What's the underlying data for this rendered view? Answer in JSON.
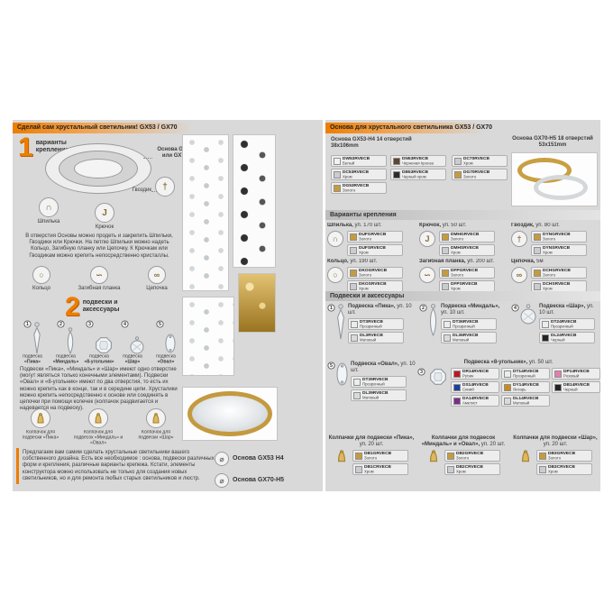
{
  "accent_color": "#ee7d00",
  "icons": {
    "pin": "∩",
    "hook": "J",
    "nail": "†",
    "ring": "○",
    "plank": "∽",
    "chain": "∞",
    "diameter": "⌀"
  },
  "left": {
    "header": "Сделай сам хрустальный светильник! GX53 / GX70",
    "step1_num": "1",
    "step1_label": "варианты крепления",
    "base_caption": "Основа GX53 или GX70",
    "attach": {
      "pin": "Шпилька",
      "hook": "Крючок",
      "nail": "Гвоздик",
      "ring": "Кольцо",
      "plank": "Загибная планка",
      "chain": "Цепочка"
    },
    "text1": "В отверстия Основы можно продеть и закрепить Шпильки, Гвоздики или Крючки. На петлю Шпильки можно надеть Кольцо, Загибную планку или Цепочку. К Крючкам или Гвоздикам можно крепить непосредственно кристаллы.",
    "step2_num": "2",
    "step2_label": "подвески и аксессуары",
    "pendant_labels": [
      {
        "num": "1",
        "line1": "подвеска",
        "line2": "«Пика»"
      },
      {
        "num": "2",
        "line1": "подвеска",
        "line2": "«Миндаль»"
      },
      {
        "num": "3",
        "line1": "подвеска",
        "line2": "«8-угольник»"
      },
      {
        "num": "4",
        "line1": "подвеска",
        "line2": "«Шар»"
      },
      {
        "num": "5",
        "line1": "подвеска",
        "line2": "«Овал»"
      }
    ],
    "text2": "Подвески «Пика», «Миндаль» и «Шар» имеют одно отверстие (могут являться только конечными элементами). Подвески «Овал» и «8-угольник» имеют по два отверстия, то есть их можно крепить как в конце, так и в середине цепи. Хрусталики можно крепить непосредственно к основе или соединять в цепочки при помощи колечек (колпачок раздвигается и надевается на подвеску).",
    "caps": [
      "Колпачок для подвески «Пика»",
      "Колпачок для подвесок «Миндаль» и «Овал»",
      "Колпачок для подвески «Шар»"
    ],
    "bottom_text": "Предлагаем вам самим сделать хрустальные светильники вашего собственного дизайна. Есть все необходимое : основа, подвески различных форм и крепления, различные варианты крепежа. Кстати, элементы конструктора можно использовать не только для создания новых светильников, но и для ремонта любых старых светильников и люстр.",
    "base1_label": "Основа GX53 H4",
    "base2_label": "Основа GX70-H5"
  },
  "right": {
    "header": "Основа для хрустального светильника GX53 / GX70",
    "base53": {
      "title": "Основа GX53-H4 14 отверстий",
      "size": "38x106mm",
      "products_a": [
        {
          "code": "DW53RVECB",
          "color": "Белый",
          "swatch": "#f2f2f2"
        },
        {
          "code": "DC53RVECB",
          "color": "Хром",
          "swatch": "#c9cdd2"
        },
        {
          "code": "DG53RVECB",
          "color": "Золото",
          "swatch": "#c79b3d"
        }
      ],
      "products_b": [
        {
          "code": "DN53RVECB",
          "color": "Черненая бронза",
          "swatch": "#5a4632"
        },
        {
          "code": "DB53RVECB",
          "color": "Черный хром",
          "swatch": "#2b2b2e"
        }
      ]
    },
    "base70": {
      "title": "Основа GX70-H5 18 отверстий",
      "size": "53x151mm",
      "products": [
        {
          "code": "DC70RVECB",
          "color": "Хром",
          "swatch": "#c9cdd2"
        },
        {
          "code": "DG70RVECB",
          "color": "Золото",
          "swatch": "#c79b3d"
        }
      ]
    },
    "mounts_header": "Варианты крепления",
    "mounts": [
      {
        "name": "Шпилька,",
        "qty": "уп. 170 шт.",
        "products": [
          {
            "code": "DUFGRVECB",
            "color": "Золото",
            "swatch": "#c79b3d"
          },
          {
            "code": "DUFSRVECB",
            "color": "Хром",
            "swatch": "#c9cdd2"
          }
        ]
      },
      {
        "name": "Крючок,",
        "qty": "уп. 50 шт.",
        "products": [
          {
            "code": "DMHGRVECB",
            "color": "Золото",
            "swatch": "#c79b3d"
          },
          {
            "code": "DMHSRVECB",
            "color": "Хром",
            "swatch": "#c9cdd2"
          }
        ]
      },
      {
        "name": "Гвоздик,",
        "qty": "уп. 80 шт.",
        "products": [
          {
            "code": "DYNGRVECB",
            "color": "Золото",
            "swatch": "#c79b3d"
          },
          {
            "code": "DYNSRVECB",
            "color": "Хром",
            "swatch": "#c9cdd2"
          }
        ]
      },
      {
        "name": "Кольцо,",
        "qty": "уп. 190 шт.",
        "products": [
          {
            "code": "DKOGRVECB",
            "color": "Золото",
            "swatch": "#c79b3d"
          },
          {
            "code": "DKOSRVECB",
            "color": "Хром",
            "swatch": "#c9cdd2"
          }
        ]
      },
      {
        "name": "Загибная планка,",
        "qty": "уп. 200 шт.",
        "products": [
          {
            "code": "DFPGRVECB",
            "color": "Золото",
            "swatch": "#c79b3d"
          },
          {
            "code": "DFPSRVECB",
            "color": "Хром",
            "swatch": "#c9cdd2"
          }
        ]
      },
      {
        "name": "Цепочка,",
        "qty": "5м",
        "products": [
          {
            "code": "DCHGRVECB",
            "color": "Золото",
            "swatch": "#c79b3d"
          },
          {
            "code": "DCHSRVECB",
            "color": "Хром",
            "swatch": "#c9cdd2"
          }
        ]
      }
    ],
    "pendants_header": "Подвески и аксессуары",
    "pendants": [
      {
        "num": "1",
        "name": "Подвеска «Пика»,",
        "qty": "уп. 10 шт.",
        "products": [
          {
            "code": "DT3RVECB",
            "color": "Прозрачный",
            "swatch": "#e8edf0"
          },
          {
            "code": "DL3RVECB",
            "color": "Матовый",
            "swatch": "#d7dbdd"
          }
        ]
      },
      {
        "num": "2",
        "name": "Подвеска «Миндаль»,",
        "qty": "уп. 10 шт.",
        "products": [
          {
            "code": "DT36RVECB",
            "color": "Прозрачный",
            "swatch": "#e8edf0"
          },
          {
            "code": "DL36RVECB",
            "color": "Матовый",
            "swatch": "#d7dbdd"
          }
        ]
      },
      {
        "num": "4",
        "name": "Подвеска «Шар»,",
        "qty": "уп. 10 шт.",
        "products": [
          {
            "code": "DT24RVECB",
            "color": "Прозрачный",
            "swatch": "#e8edf0"
          },
          {
            "code": "DL24RVECB",
            "color": "Черный",
            "swatch": "#242424"
          }
        ]
      },
      {
        "num": "5",
        "name": "Подвеска «Овал»,",
        "qty": "уп. 10 шт.",
        "products": [
          {
            "code": "DT39RVECB",
            "color": "Прозрачный",
            "swatch": "#e8edf0"
          },
          {
            "code": "DL39RVECB",
            "color": "Матовый",
            "swatch": "#d7dbdd"
          }
        ]
      }
    ],
    "octagon": {
      "num": "3",
      "name": "Подвеска «8-угольник»,",
      "qty": "уп. 50 шт.",
      "products": [
        {
          "code": "DR14RVECB",
          "color": "Рубин",
          "swatch": "#c01822"
        },
        {
          "code": "DS14RVECB",
          "color": "Синий",
          "swatch": "#1a3f9e"
        },
        {
          "code": "DA14RVECB",
          "color": "Аметист",
          "swatch": "#7b2d8b"
        },
        {
          "code": "DT14RVECB",
          "color": "Прозрачный",
          "swatch": "#e8edf0"
        },
        {
          "code": "DY14RVECB",
          "color": "Янтарь",
          "swatch": "#c98a1e"
        },
        {
          "code": "DL14RVECB",
          "color": "Матовый",
          "swatch": "#d7dbdd"
        },
        {
          "code": "DP14RVECB",
          "color": "Розовый",
          "swatch": "#e27fae"
        },
        {
          "code": "DB14RVECB",
          "color": "Черный",
          "swatch": "#242424"
        }
      ]
    },
    "caps": [
      {
        "name": "Колпачки для подвески «Пика»,",
        "qty": "уп. 20 шт.",
        "products": [
          {
            "code": "DB1GRVECB",
            "color": "Золото",
            "swatch": "#c79b3d"
          },
          {
            "code": "DB1CRVECB",
            "color": "Хром",
            "swatch": "#c9cdd2"
          }
        ]
      },
      {
        "name": "Колпачки для подвесок «Миндаль» и «Овал»,",
        "qty": "уп. 20 шт.",
        "products": [
          {
            "code": "DB2GRVECB",
            "color": "Золото",
            "swatch": "#c79b3d"
          },
          {
            "code": "DB2CRVECB",
            "color": "Хром",
            "swatch": "#c9cdd2"
          }
        ]
      },
      {
        "name": "Колпачки для подвески «Шар»,",
        "qty": "уп. 20 шт.",
        "products": [
          {
            "code": "DB3GRVECB",
            "color": "Золото",
            "swatch": "#c79b3d"
          },
          {
            "code": "DB3CRVECB",
            "color": "Хром",
            "swatch": "#c9cdd2"
          }
        ]
      }
    ]
  }
}
